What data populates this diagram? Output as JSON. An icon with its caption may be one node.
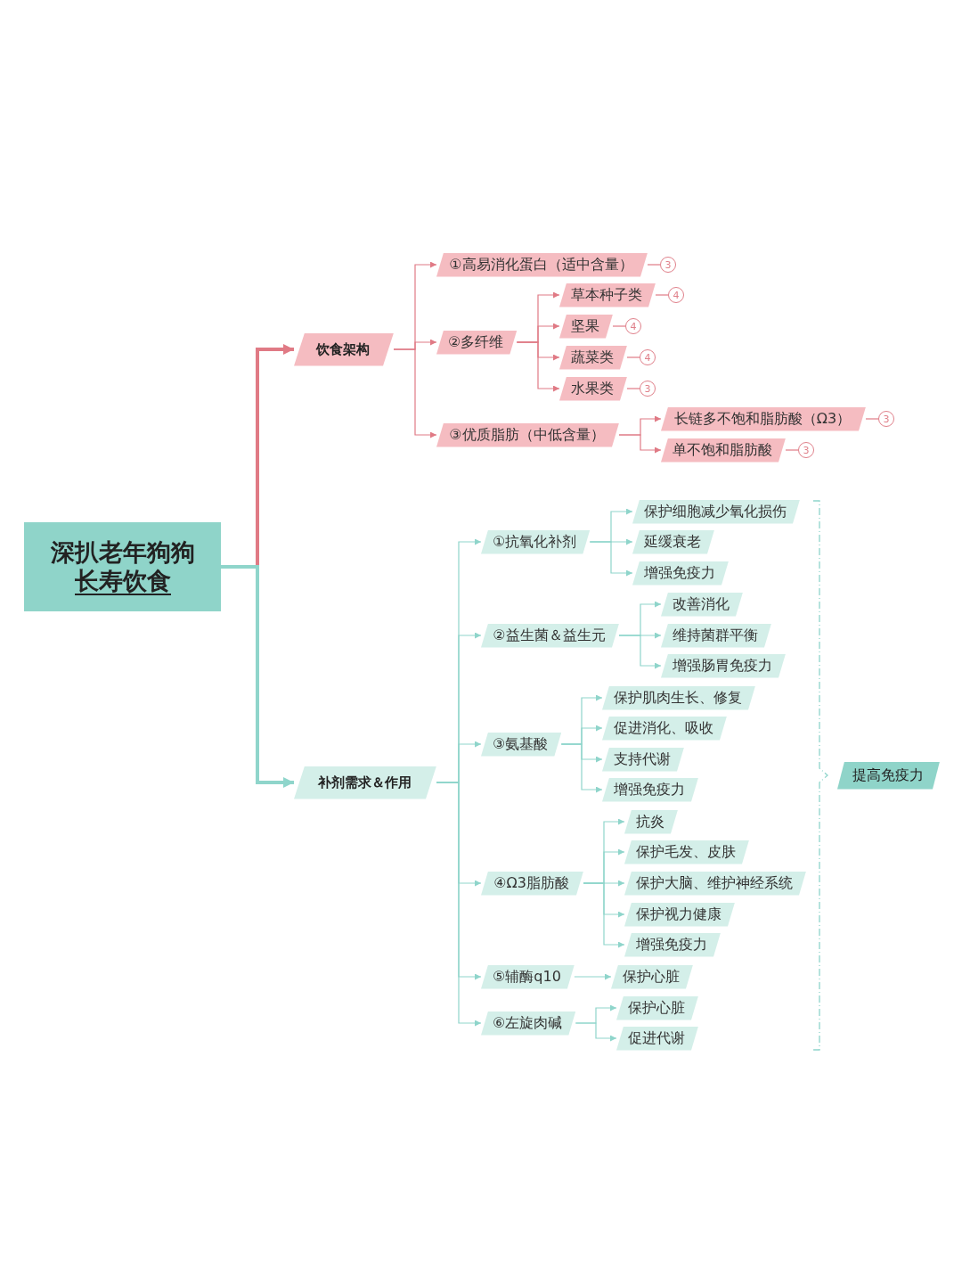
{
  "diagram": {
    "nodes": [
      {
        "text": [
          "深扒老年狗狗长寿饮食"
        ]
      },
      {
        "text": [
          "饮食架构"
        ]
      },
      {
        "text": [
          "①高易消化蛋白（适中含量）"
        ]
      },
      {
        "text": [
          "3"
        ]
      },
      {
        "text": [
          "②多纤维"
        ]
      },
      {
        "text": [
          "草本种子类"
        ]
      },
      {
        "text": [
          "4"
        ]
      },
      {
        "text": [
          "坚果"
        ]
      },
      {
        "text": [
          "4"
        ]
      },
      {
        "text": [
          "蔬菜类"
        ]
      },
      {
        "text": [
          "4"
        ]
      },
      {
        "text": [
          "水果类"
        ]
      },
      {
        "text": [
          "3"
        ]
      },
      {
        "text": [
          "③优质脂肪（中低含量）"
        ]
      },
      {
        "text": [
          "长链多不饱和脂肪酸（Ω3）"
        ]
      },
      {
        "text": [
          "3"
        ]
      },
      {
        "text": [
          "单不饱和脂肪酸"
        ]
      },
      {
        "text": [
          "3"
        ]
      },
      {
        "text": [
          "补剂需求＆作用"
        ]
      },
      {
        "text": [
          "①抗氧化补剂"
        ]
      },
      {
        "text": [
          "保护细胞减少氧化损伤"
        ]
      },
      {
        "text": [
          "延缓衰老"
        ]
      },
      {
        "text": [
          "增强免疫力"
        ]
      },
      {
        "text": [
          "②益生菌＆益生元"
        ]
      },
      {
        "text": [
          "改善消化"
        ]
      },
      {
        "text": [
          "维持菌群平衡"
        ]
      },
      {
        "text": [
          "增强肠胃免疫力"
        ]
      },
      {
        "text": [
          "③氨基酸"
        ]
      },
      {
        "text": [
          "保护肌肉生长、修复"
        ]
      },
      {
        "text": [
          "促进消化、吸收"
        ]
      },
      {
        "text": [
          "支持代谢"
        ]
      },
      {
        "text": [
          "增强免疫力"
        ]
      },
      {
        "text": [
          "④Ω3脂肪酸"
        ]
      },
      {
        "text": [
          "抗炎"
        ]
      },
      {
        "text": [
          "保护毛发、皮肤"
        ]
      },
      {
        "text": [
          "保护大脑、维护神经系统"
        ]
      },
      {
        "text": [
          "保护视力健康"
        ]
      },
      {
        "text": [
          "增强免疫力"
        ]
      },
      {
        "text": [
          "⑤辅酶q10"
        ]
      },
      {
        "text": [
          "保护心脏"
        ]
      },
      {
        "text": [
          "⑥左旋肉碱"
        ]
      },
      {
        "text": [
          "保护心脏"
        ]
      },
      {
        "text": [
          "促进代谢"
        ]
      },
      {
        "text": [
          "提高免疫力"
        ]
      }
    ],
    "edges": [
      {
        "from": 0,
        "to": 1,
        "arrow": "to",
        "style": "thick",
        "color": "#e07a85"
      },
      {
        "from": 0,
        "to": 18,
        "arrow": "to",
        "style": "thick"
      },
      {
        "from": 1,
        "to": 2,
        "arrow": "to",
        "color": "#e07a85"
      },
      {
        "from": 2,
        "to": 3,
        "arrow": "none",
        "color": "#e07a85"
      },
      {
        "from": 1,
        "to": 4,
        "arrow": "to",
        "color": "#e07a85"
      },
      {
        "from": 4,
        "to": 5,
        "arrow": "to",
        "color": "#e07a85"
      },
      {
        "from": 5,
        "to": 6,
        "arrow": "none",
        "color": "#e07a85"
      },
      {
        "from": 4,
        "to": 7,
        "arrow": "to",
        "color": "#e07a85"
      },
      {
        "from": 7,
        "to": 8,
        "arrow": "none",
        "color": "#e07a85"
      },
      {
        "from": 4,
        "to": 9,
        "arrow": "to",
        "color": "#e07a85"
      },
      {
        "from": 9,
        "to": 10,
        "arrow": "none",
        "color": "#e07a85"
      },
      {
        "from": 4,
        "to": 11,
        "arrow": "to",
        "color": "#e07a85"
      },
      {
        "from": 11,
        "to": 12,
        "arrow": "none",
        "color": "#e07a85"
      },
      {
        "from": 1,
        "to": 13,
        "arrow": "to",
        "color": "#e07a85"
      },
      {
        "from": 13,
        "to": 14,
        "arrow": "to",
        "color": "#e07a85"
      },
      {
        "from": 14,
        "to": 15,
        "arrow": "none",
        "color": "#e07a85"
      },
      {
        "from": 13,
        "to": 16,
        "arrow": "to",
        "color": "#e07a85"
      },
      {
        "from": 16,
        "to": 17,
        "arrow": "none",
        "color": "#e07a85"
      },
      {
        "from": 18,
        "to": 19,
        "arrow": "to"
      },
      {
        "from": 19,
        "to": 20,
        "arrow": "to"
      },
      {
        "from": 19,
        "to": 21,
        "arrow": "to"
      },
      {
        "from": 19,
        "to": 22,
        "arrow": "to"
      },
      {
        "from": 18,
        "to": 23,
        "arrow": "to"
      },
      {
        "from": 23,
        "to": 24,
        "arrow": "to"
      },
      {
        "from": 23,
        "to": 25,
        "arrow": "to"
      },
      {
        "from": 23,
        "to": 26,
        "arrow": "to"
      },
      {
        "from": 18,
        "to": 27,
        "arrow": "to"
      },
      {
        "from": 27,
        "to": 28,
        "arrow": "to"
      },
      {
        "from": 27,
        "to": 29,
        "arrow": "to"
      },
      {
        "from": 27,
        "to": 30,
        "arrow": "to"
      },
      {
        "from": 27,
        "to": 31,
        "arrow": "to"
      },
      {
        "from": 18,
        "to": 32,
        "arrow": "to"
      },
      {
        "from": 32,
        "to": 33,
        "arrow": "to"
      },
      {
        "from": 32,
        "to": 34,
        "arrow": "to"
      },
      {
        "from": 32,
        "to": 35,
        "arrow": "to"
      },
      {
        "from": 32,
        "to": 36,
        "arrow": "to"
      },
      {
        "from": 32,
        "to": 37,
        "arrow": "to"
      },
      {
        "from": 18,
        "to": 38,
        "arrow": "to"
      },
      {
        "from": 38,
        "to": 39,
        "arrow": "to"
      },
      {
        "from": 18,
        "to": 40,
        "arrow": "to"
      },
      {
        "from": 40,
        "to": 41,
        "arrow": "to"
      },
      {
        "from": 40,
        "to": 42,
        "arrow": "to"
      }
    ]
  }
}
